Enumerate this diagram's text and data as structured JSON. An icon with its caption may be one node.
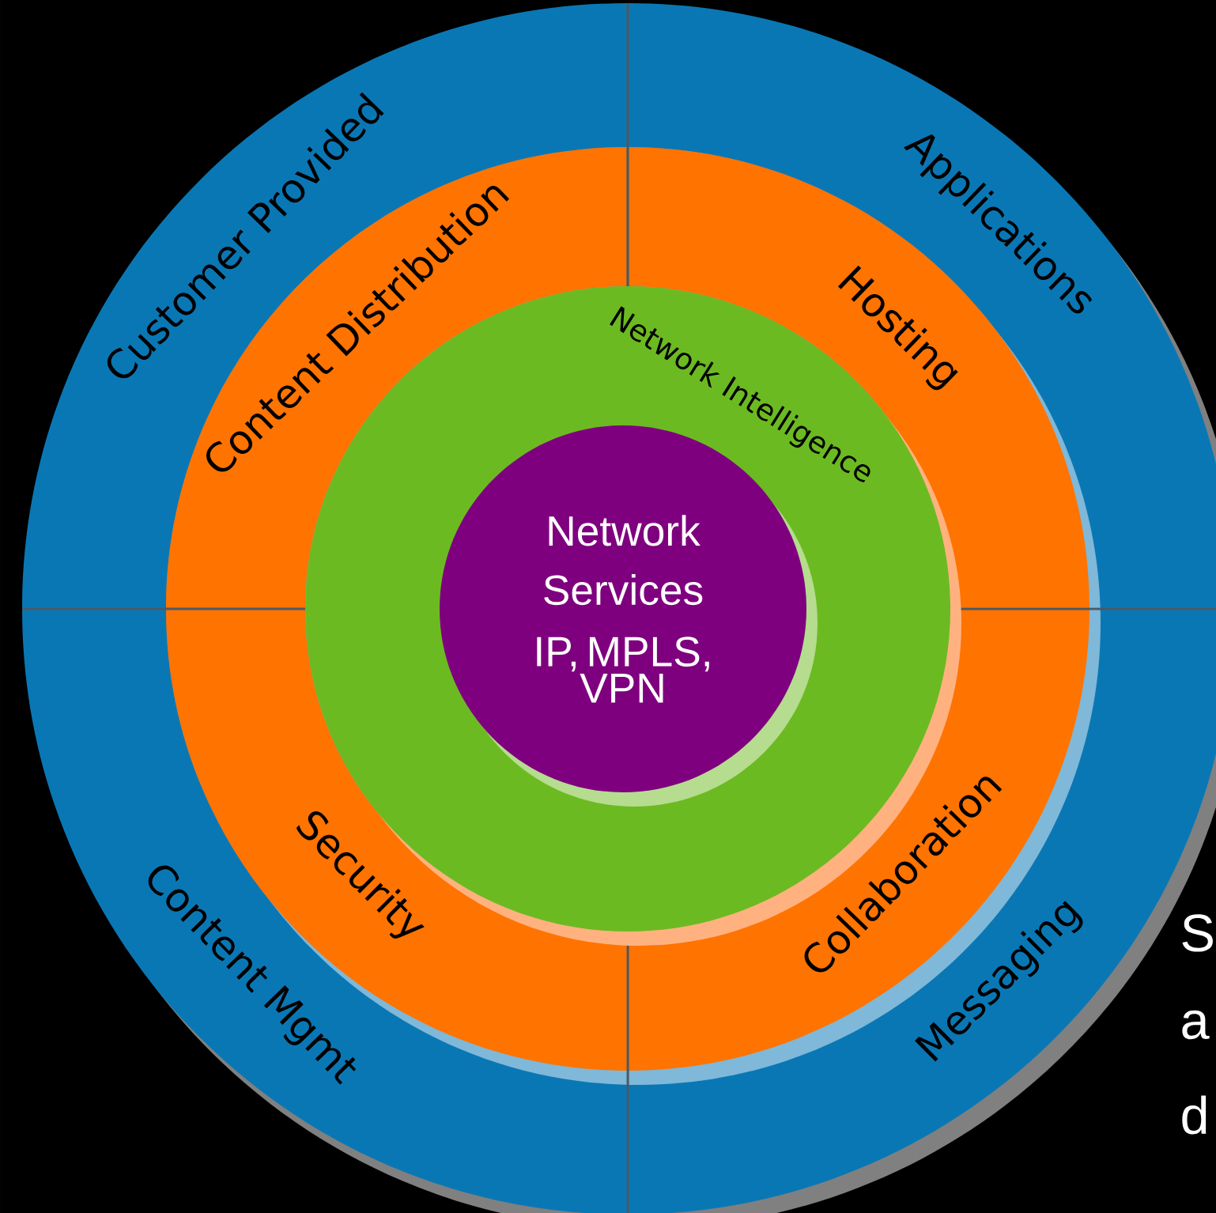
{
  "diagram": {
    "nodes": [
      {
        "text": [
          "Customer Provided"
        ]
      },
      {
        "text": [
          "Applications"
        ]
      },
      {
        "text": [
          "Content Mgmt"
        ]
      },
      {
        "text": [
          "Messaging"
        ]
      },
      {
        "text": [
          "Content Distribution"
        ]
      },
      {
        "text": [
          "Hosting"
        ]
      },
      {
        "text": [
          "Security"
        ]
      },
      {
        "text": [
          "Collaboration"
        ]
      },
      {
        "text": [
          "Network Intelligence"
        ]
      },
      {
        "text": [
          "Network Services",
          "IP, MPLS, VPN"
        ],
        "in": 8
      }
    ],
    "labels": [
      "S",
      "a",
      "d"
    ]
  }
}
